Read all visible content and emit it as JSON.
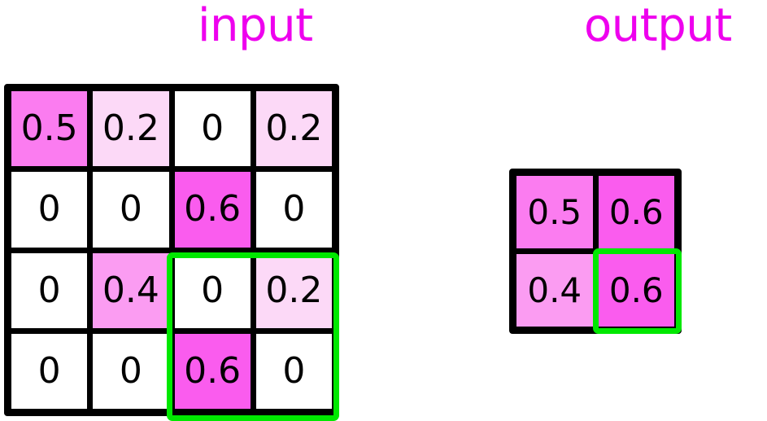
{
  "titles": {
    "input": "input",
    "output": "output"
  },
  "colors": {
    "accent_magenta": "#ee00ee",
    "selection_green": "#00e800",
    "grid_line": "#000000",
    "cell_empty": "#ffffff",
    "value_0": "#ffffff",
    "value_0_2": "#fcd9f7",
    "value_0_4": "#fb9cf2",
    "value_0_5": "#fb7cf0",
    "value_0_6": "#fa5cee"
  },
  "input": {
    "rows": 4,
    "cols": 4,
    "cells": [
      {
        "value": "0.5",
        "color": "#fb7cf0"
      },
      {
        "value": "0.2",
        "color": "#fcd9f7"
      },
      {
        "value": "0",
        "color": "#ffffff"
      },
      {
        "value": "0.2",
        "color": "#fcd9f7"
      },
      {
        "value": "0",
        "color": "#ffffff"
      },
      {
        "value": "0",
        "color": "#ffffff"
      },
      {
        "value": "0.6",
        "color": "#fa5cee"
      },
      {
        "value": "0",
        "color": "#ffffff"
      },
      {
        "value": "0",
        "color": "#ffffff"
      },
      {
        "value": "0.4",
        "color": "#fb9cf2"
      },
      {
        "value": "0",
        "color": "#ffffff"
      },
      {
        "value": "0.2",
        "color": "#fcd9f7"
      },
      {
        "value": "0",
        "color": "#ffffff"
      },
      {
        "value": "0",
        "color": "#ffffff"
      },
      {
        "value": "0.6",
        "color": "#fa5cee"
      },
      {
        "value": "0",
        "color": "#ffffff"
      }
    ],
    "selection": {
      "row_start": 3,
      "row_end": 4,
      "col_start": 3,
      "col_end": 4
    }
  },
  "output": {
    "rows": 2,
    "cols": 2,
    "cells": [
      {
        "value": "0.5",
        "color": "#fb7cf0"
      },
      {
        "value": "0.6",
        "color": "#fa5cee"
      },
      {
        "value": "0.4",
        "color": "#fb9cf2"
      },
      {
        "value": "0.6",
        "color": "#fa5cee"
      }
    ],
    "selection": {
      "row_start": 2,
      "row_end": 2,
      "col_start": 2,
      "col_end": 2
    }
  }
}
